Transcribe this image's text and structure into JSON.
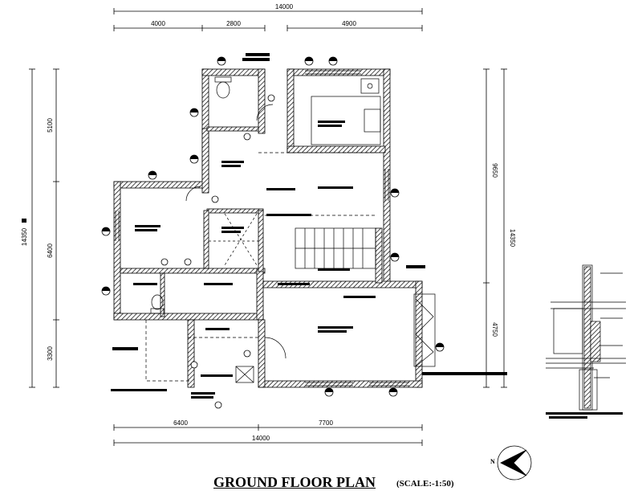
{
  "dimensions": {
    "top_total": "14000",
    "top_segments": [
      "4000",
      "2800",
      "4900"
    ],
    "bottom_total": "14000",
    "bottom_segments": [
      "6400",
      "7700"
    ],
    "left_total": "14350",
    "left_segments": [
      "5100",
      "6400",
      "3300"
    ],
    "right_total": "14350",
    "right_segments": [
      "9650",
      "4750"
    ]
  },
  "title": {
    "main": "GROUND FLOOR PLAN",
    "scale": "(SCALE:-1:50)"
  },
  "north_label": "N"
}
